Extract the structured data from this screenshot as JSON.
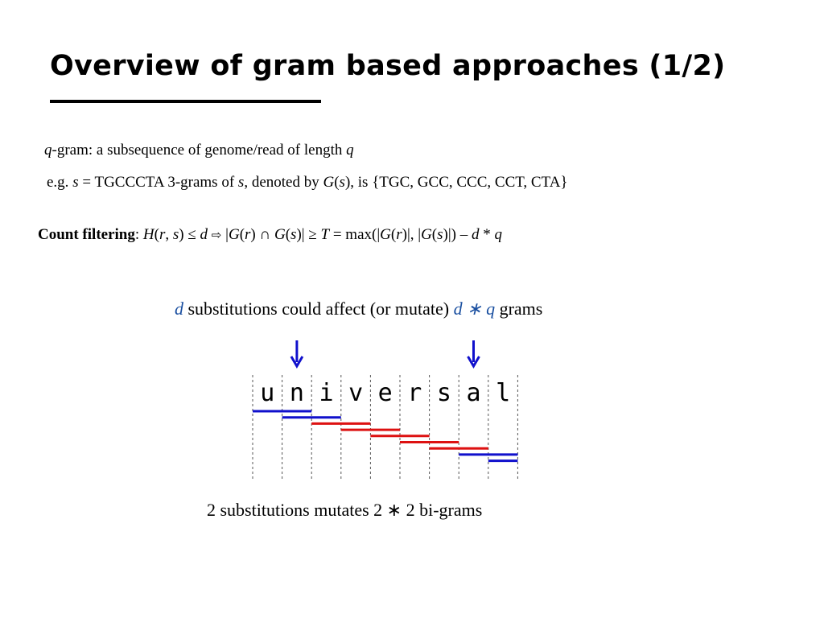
{
  "slide": {
    "title": "Overview of gram based approaches (1/2)",
    "qgram_def": {
      "var": "q",
      "text": "-gram: a subsequence of genome/read of length ",
      "var2": "q"
    },
    "example": {
      "prefix": "e.g. ",
      "s": "s",
      "eq": " = TGCCCTA   3-grams of ",
      "s2": "s",
      "mid": ", denoted by ",
      "G": "G",
      "paren_open": "(",
      "s3": "s",
      "paren_close": "), is {TGC, GCC, CCC, CCT, CTA}"
    },
    "count_filter": {
      "label": "Count filtering",
      "colon": ":  ",
      "H": "H",
      "args_open": "(",
      "r": "r",
      "comma": ", ",
      "s": "s",
      "args_close": ") ≤ ",
      "d": "d",
      "arrow": " ⇨ ",
      "bar_open": "|",
      "G1": "G",
      "p1o": "(",
      "r1": "r",
      "p1c": ") ∩ ",
      "G2": "G",
      "p2o": "(",
      "s2": "s",
      "p2c": ")| ≥ ",
      "T": "T",
      "eq_max": " = max(|",
      "G3": "G",
      "p3o": "(",
      "r3": "r",
      "p3c": ")|, |",
      "G4": "G",
      "p4o": "(",
      "s4": "s",
      "p4c": ")|) – ",
      "d2": "d",
      "times": " * ",
      "q": "q"
    },
    "substitution_caption": {
      "d": "d",
      "text": " substitutions could affect (or mutate) ",
      "dq": "d ∗ q",
      "grams": " grams"
    },
    "bottom_caption": "2 substitutions mutates 2 ∗ 2 bi-grams",
    "word_letters": [
      "u",
      "n",
      "i",
      "v",
      "e",
      "r",
      "s",
      "a",
      "l"
    ],
    "mutated_positions": [
      1,
      7
    ],
    "bigram_colors": [
      "blue",
      "blue",
      "red",
      "red",
      "red",
      "red",
      "red",
      "blue",
      "blue"
    ]
  },
  "colors": {
    "blue": "#1010cc",
    "red": "#dd1111",
    "caption_blue": "#1a4fa0"
  }
}
